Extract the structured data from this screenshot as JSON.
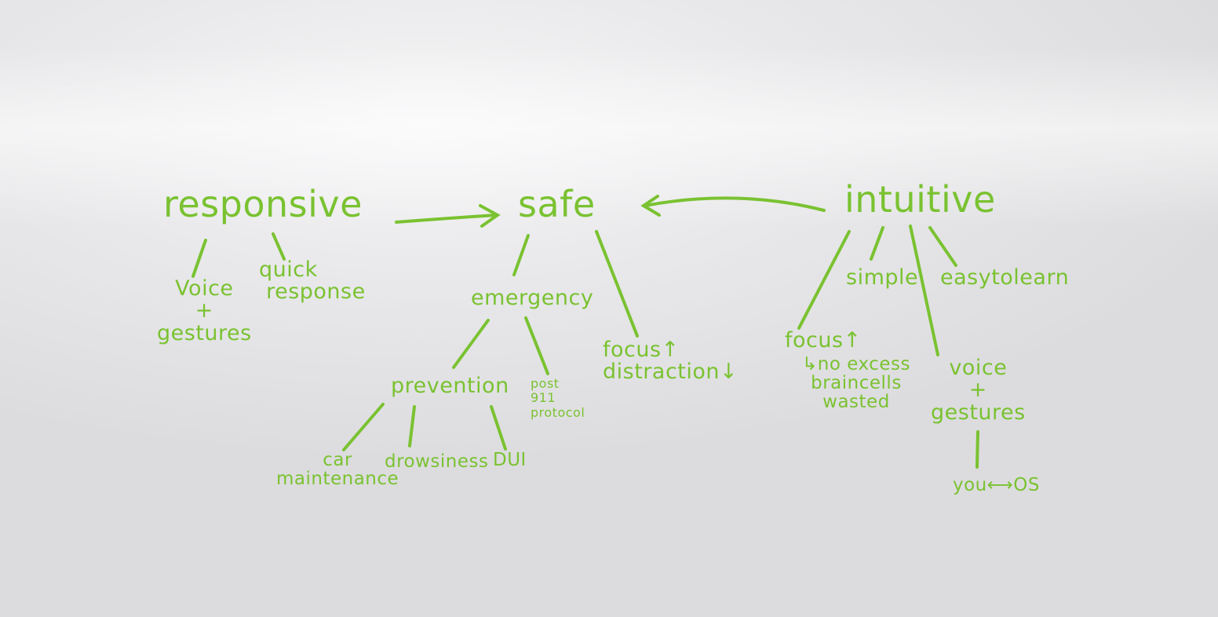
{
  "diagram": {
    "ink_color": "#7ac231",
    "nodes": {
      "responsive": "responsive",
      "safe": "safe",
      "intuitive": "intuitive",
      "voice_gestures_left": "Voice\n+\ngestures",
      "quick_response": "quick\n response",
      "emergency": "emergency",
      "focus_distraction": "focus↑\ndistraction↓",
      "prevention": "prevention",
      "post_911": "post\n911\nprotocol",
      "car_maintenance": "car\nmaintenance",
      "drowsiness": "drowsiness",
      "dui": "DUI",
      "simple": "simple",
      "easy_to_learn": "easytolearn",
      "focus_right": "focus↑",
      "no_excess": "↳no excess\nbraincells\nwasted",
      "voice_gestures_right": "voice\n+\ngestures",
      "you_os": "you⟷OS"
    }
  }
}
